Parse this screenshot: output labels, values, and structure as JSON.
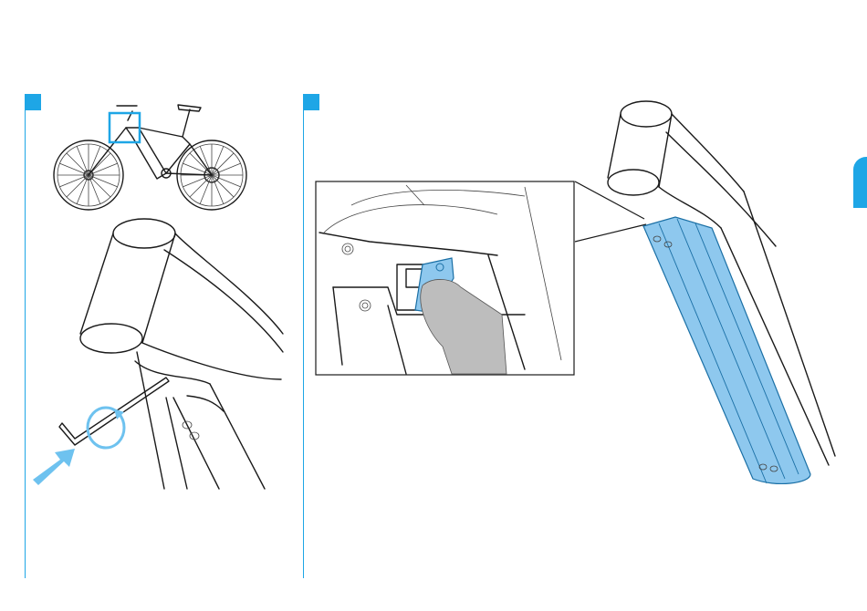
{
  "steps": [
    {
      "id": "step-a",
      "illustration": "bike-overview-and-hex-key-loosening"
    },
    {
      "id": "step-b",
      "illustration": "battery-cover-release-latch"
    }
  ],
  "colors": {
    "accent": "#1ea6e6",
    "highlight_part": "#8ec8ee",
    "arrow": "#6ec2ef",
    "finger": "#bdbdbd",
    "line_art": "#1a1a1a"
  },
  "icons": {
    "rotation": "rotate-counterclockwise-icon",
    "push": "push-arrow-icon"
  }
}
